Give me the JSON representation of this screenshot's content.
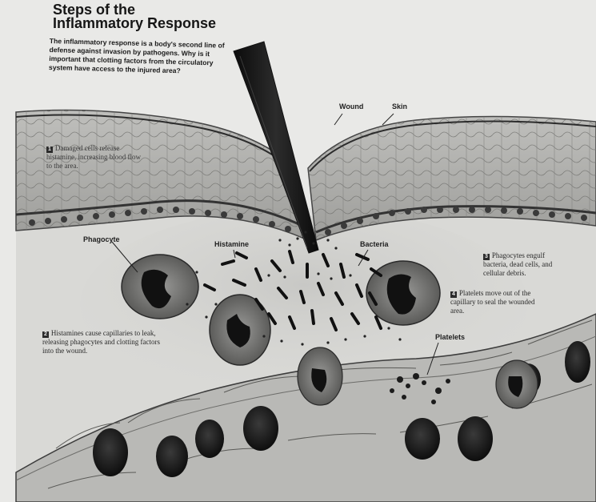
{
  "title": {
    "line1": "Steps of the",
    "line2": "Inflammatory Response"
  },
  "intro": "The inflammatory response is a body's second line of defense against invasion by pathogens. Why is it important that clotting factors from the circulatory system have access to the injured area?",
  "labels": {
    "wound": "Wound",
    "skin": "Skin",
    "phagocyte": "Phagocyte",
    "histamine": "Histamine",
    "bacteria": "Bacteria",
    "platelets": "Platelets"
  },
  "steps": [
    {
      "num": "1",
      "text": "Damaged cells release histamine, increasing blood flow to the area."
    },
    {
      "num": "2",
      "text": "Histamines cause capillaries to leak, releasing phagocytes and clotting factors into the wound."
    },
    {
      "num": "3",
      "text": "Phagocytes engulf bacteria, dead cells, and cellular debris."
    },
    {
      "num": "4",
      "text": "Platelets move out of the capillary to seal the wounded area."
    }
  ],
  "colors": {
    "ink": "#1e1e1e",
    "paper": "#e9e9e7"
  }
}
